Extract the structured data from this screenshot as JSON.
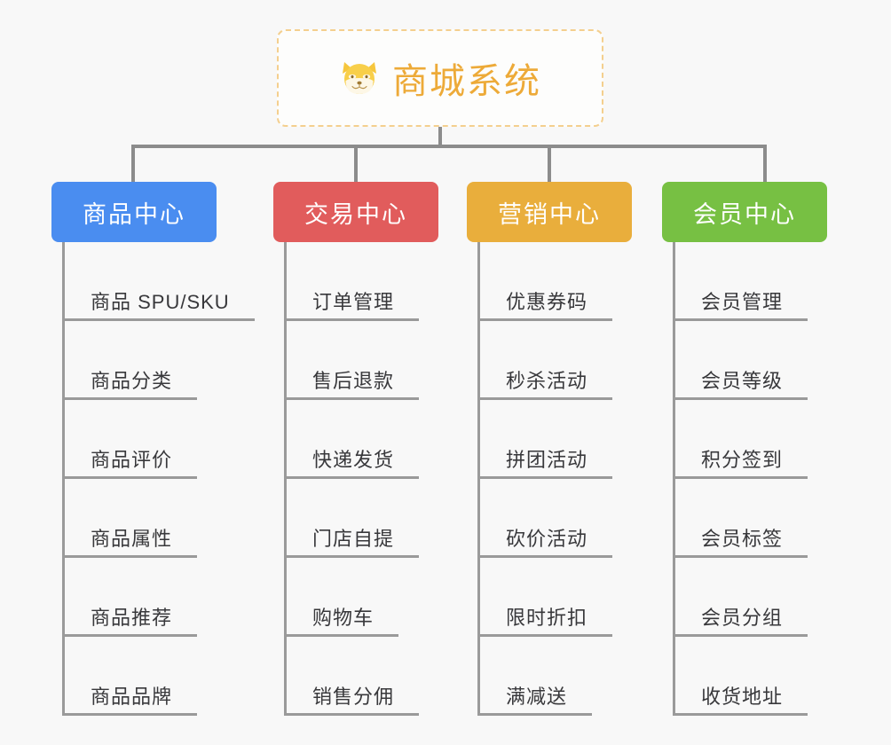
{
  "diagram": {
    "title": "商城系统",
    "root": {
      "label": "商城系统",
      "icon": "shiba-dog-icon",
      "text_color": "#edaa38",
      "border_color": "#f4cf8e",
      "background": "#fdfdfc"
    },
    "connector_color": "#8c8c8c",
    "canvas_background": "#f8f8f8",
    "leaf_text_color": "#38383b",
    "leaf_rule_color": "#9a9a9a",
    "categories": [
      {
        "label": "商品中心",
        "color": "#4a8df0",
        "items": [
          "商品 SPU/SKU",
          "商品分类",
          "商品评价",
          "商品属性",
          "商品推荐",
          "商品品牌"
        ]
      },
      {
        "label": "交易中心",
        "color": "#e15c5c",
        "items": [
          "订单管理",
          "售后退款",
          "快递发货",
          "门店自提",
          "购物车",
          "销售分佣"
        ]
      },
      {
        "label": "营销中心",
        "color": "#e9ae3c",
        "items": [
          "优惠券码",
          "秒杀活动",
          "拼团活动",
          "砍价活动",
          "限时折扣",
          "满减送"
        ]
      },
      {
        "label": "会员中心",
        "color": "#77c043",
        "items": [
          "会员管理",
          "会员等级",
          "积分签到",
          "会员标签",
          "会员分组",
          "收货地址"
        ]
      }
    ]
  }
}
